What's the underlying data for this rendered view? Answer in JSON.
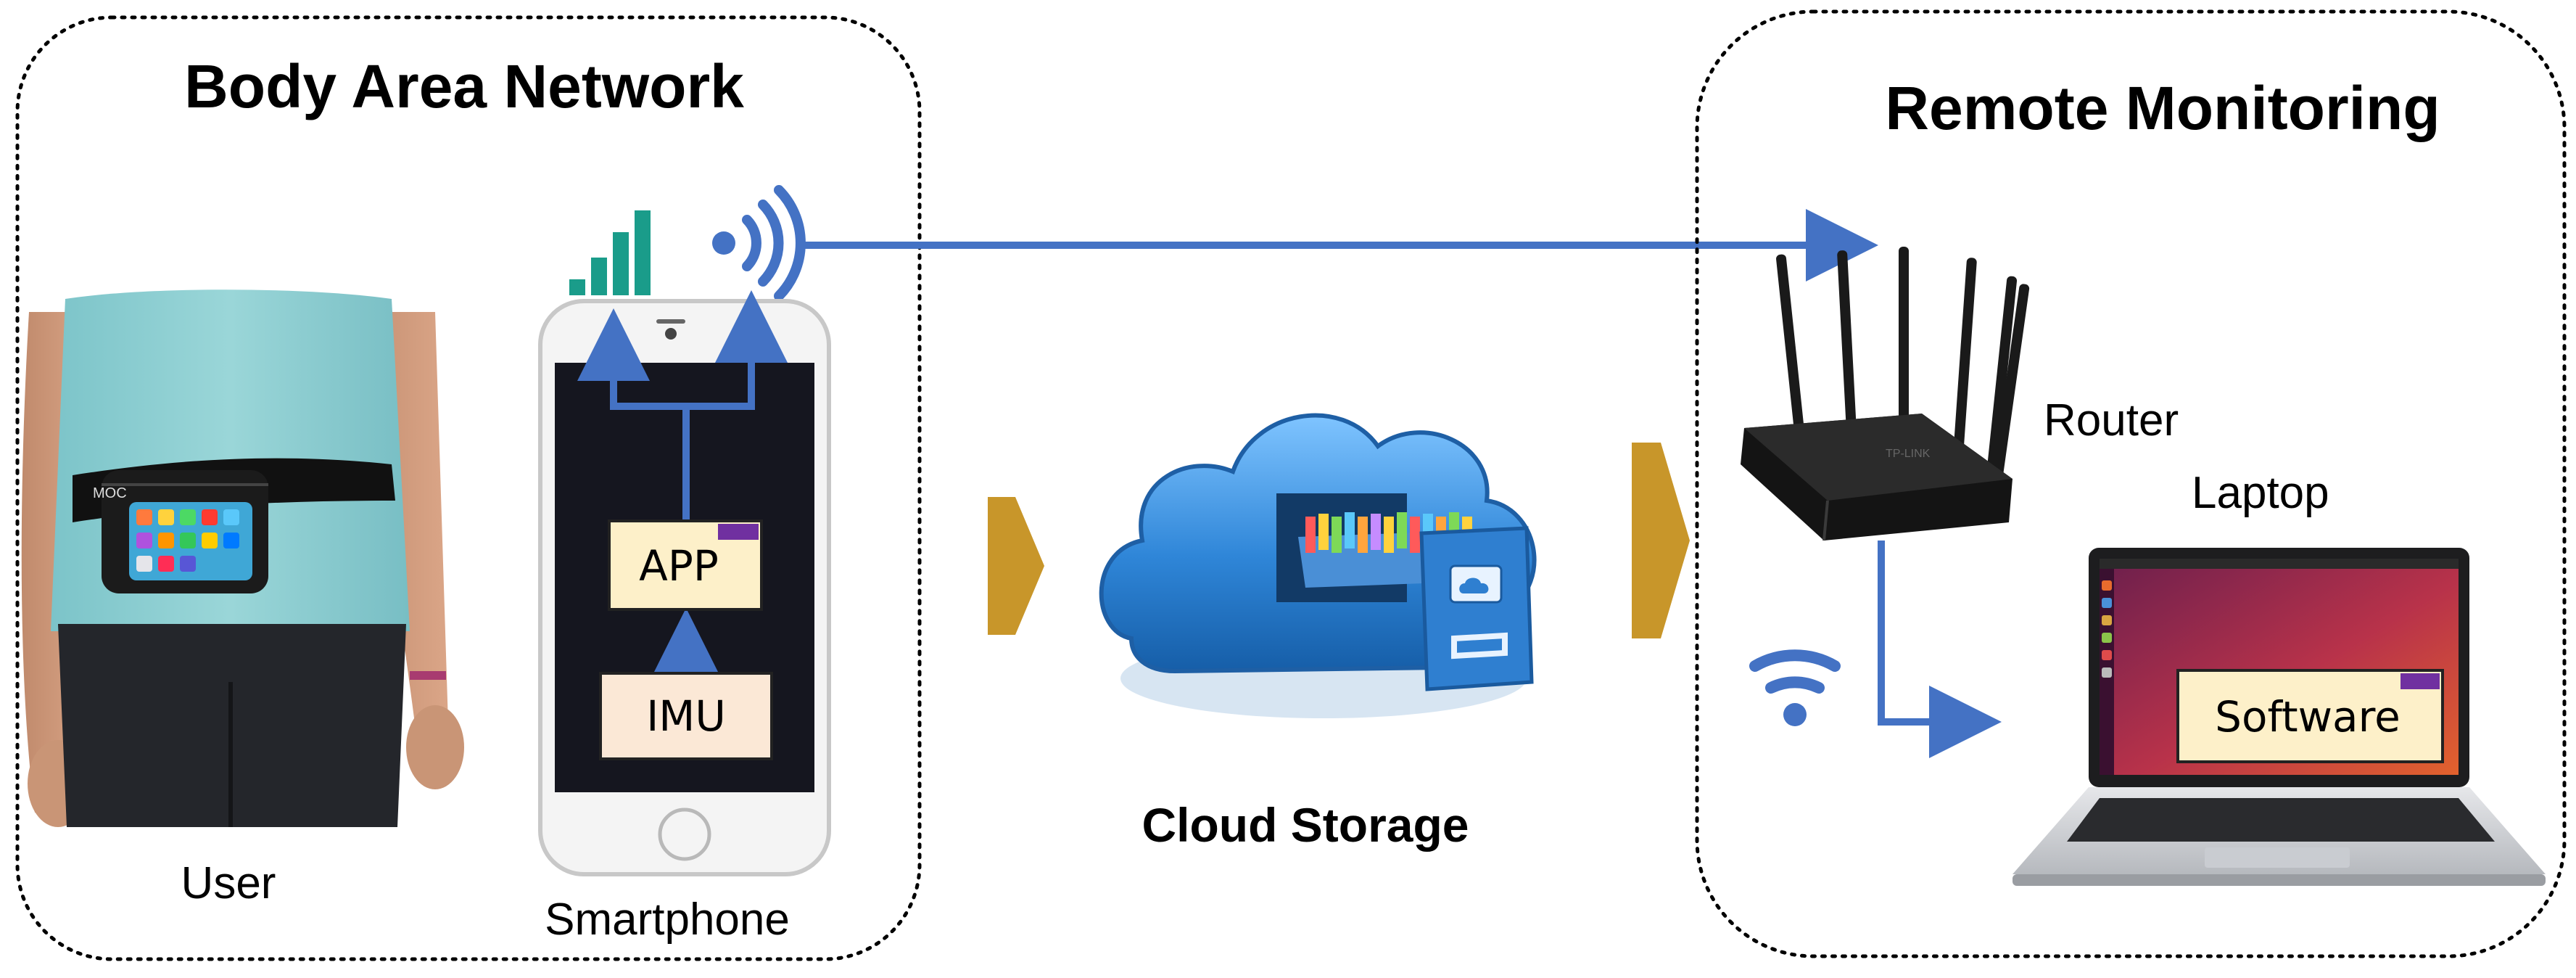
{
  "panels": {
    "body_area_network": {
      "title": "Body Area Network"
    },
    "remote_monitoring": {
      "title": "Remote Monitoring"
    }
  },
  "labels": {
    "user": "User",
    "smartphone": "Smartphone",
    "app": "APP",
    "imu": "IMU",
    "cloud_storage": "Cloud Storage",
    "router": "Router",
    "laptop": "Laptop",
    "software": "Software",
    "belt_brand": "MOC",
    "router_brand": "TP-LINK"
  },
  "colors": {
    "arrow_blue": "#4472c4",
    "gold_arrow": "#c8962a",
    "signal_teal": "#1a9c8a",
    "box_fill": "#fdf0c9",
    "imu_fill": "#fbe8d6",
    "purple_tag": "#7030a0",
    "panel_border": "#000000"
  },
  "icons": {
    "signal_bars": "signal-bars-icon",
    "wireless": "wireless-signal-icon",
    "wifi": "wifi-icon",
    "cloud": "cloud-storage-icon",
    "router": "router-icon",
    "laptop": "laptop-icon",
    "smartphone": "smartphone-icon"
  }
}
